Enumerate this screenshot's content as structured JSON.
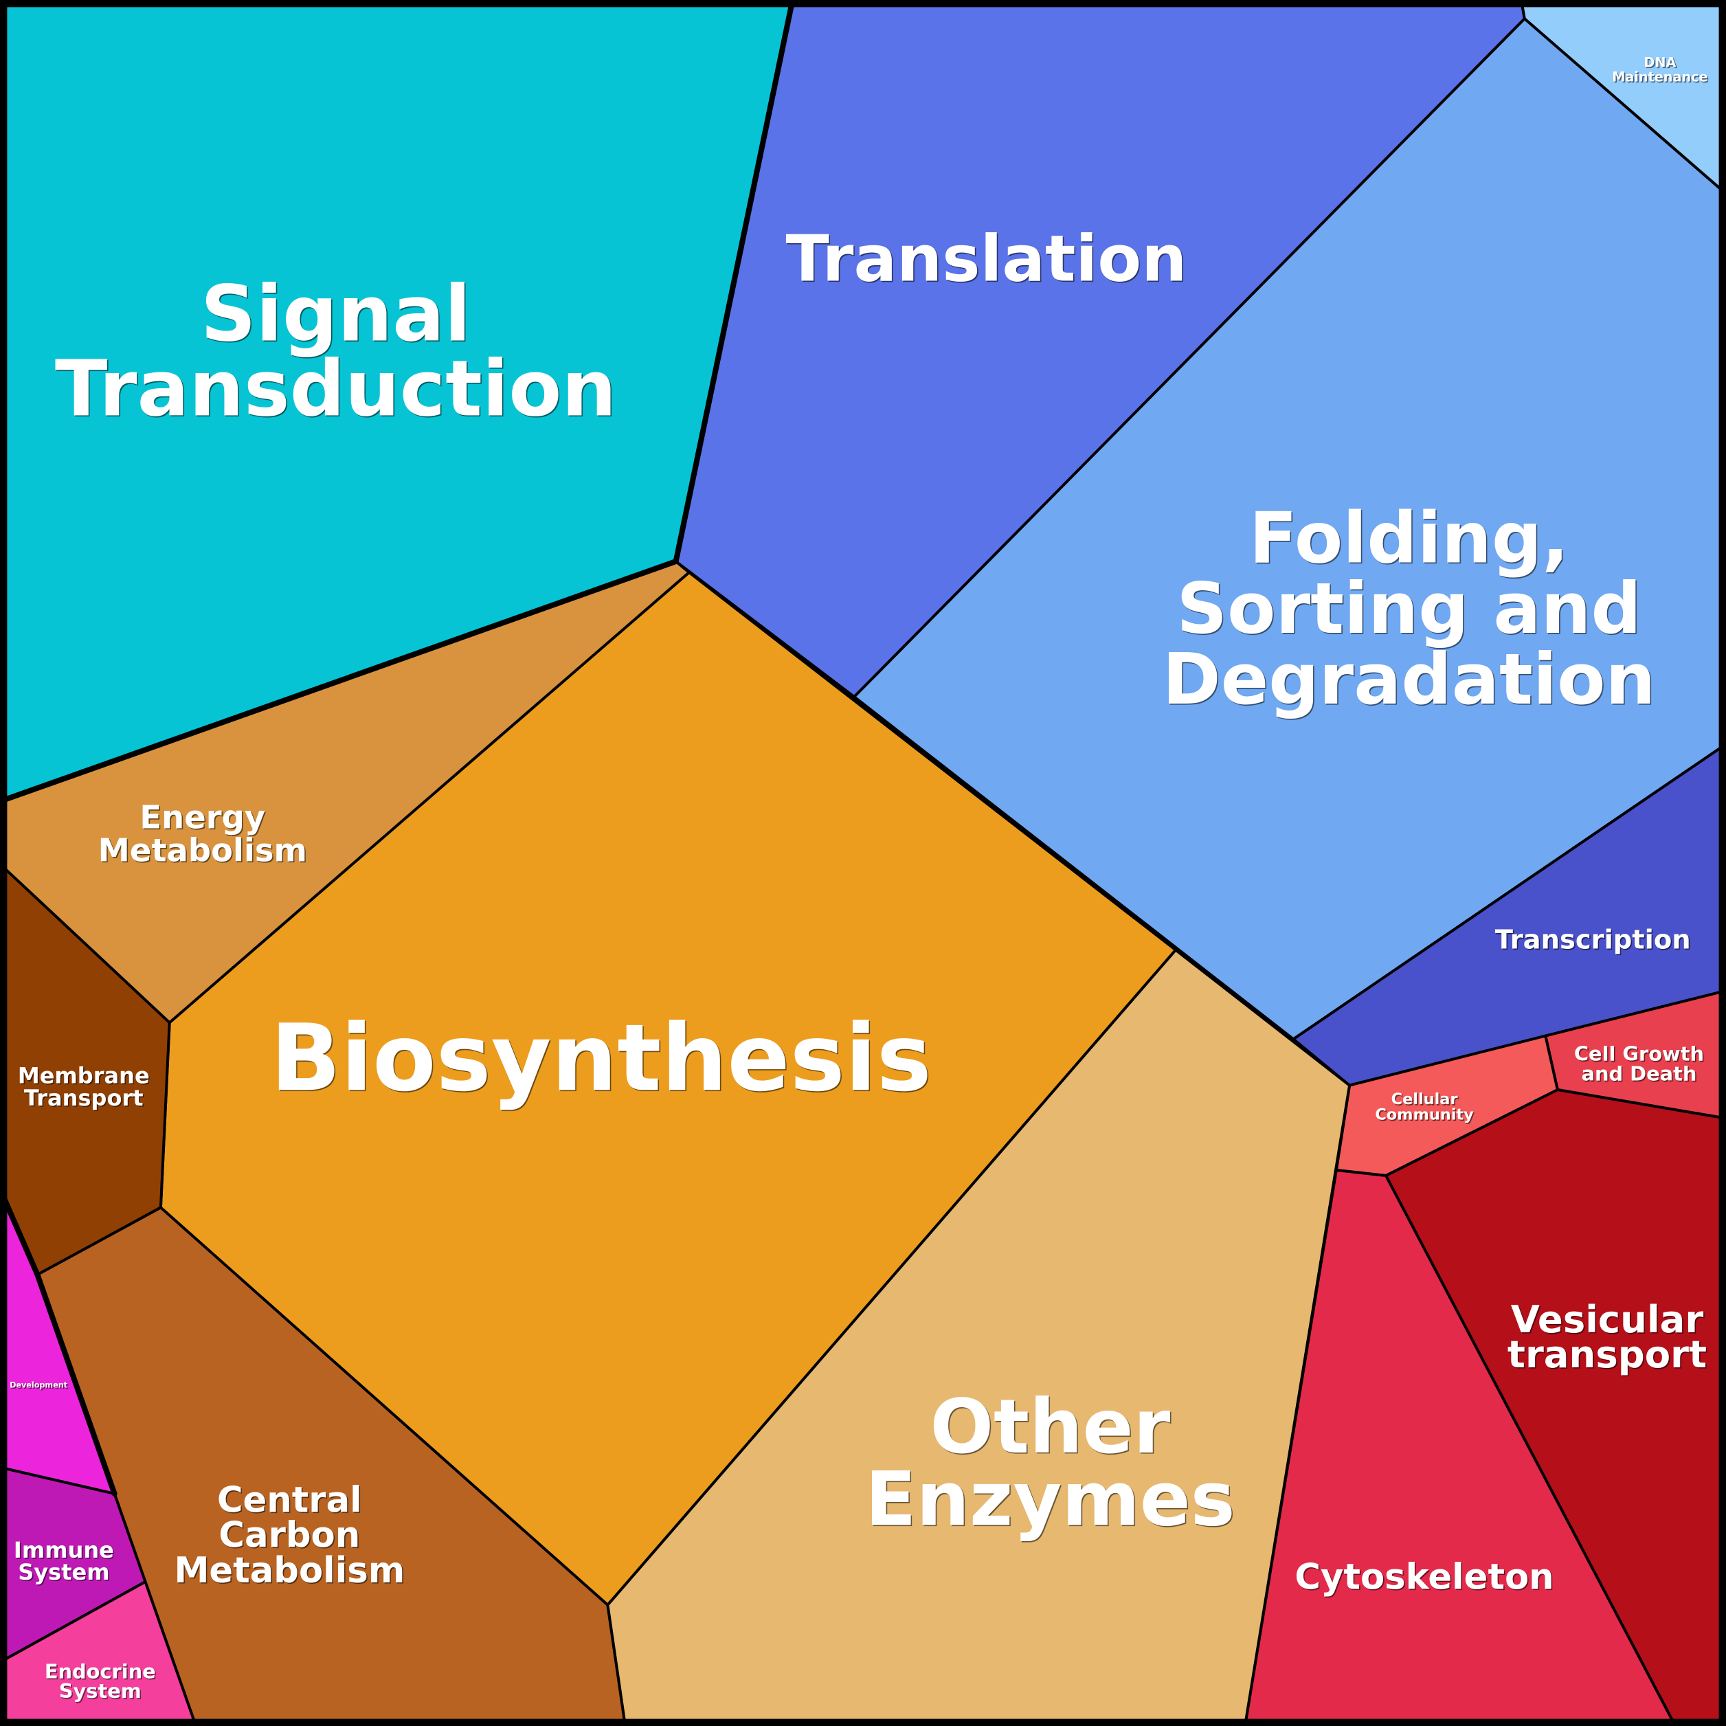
{
  "title": "Voronoi treemap of functional categories",
  "cells": [
    {
      "id": "signal-transduction",
      "lines": [
        "Signal",
        "Transduction"
      ],
      "color": "#06c4d4",
      "group": "A"
    },
    {
      "id": "translation",
      "lines": [
        "Translation"
      ],
      "color": "#5a73e8",
      "group": "B"
    },
    {
      "id": "dna-maintenance",
      "lines": [
        "DNA",
        "Maintenance"
      ],
      "color": "#93cdfc",
      "group": "B"
    },
    {
      "id": "folding-sorting-degradation",
      "lines": [
        "Folding,",
        "Sorting and",
        "Degradation"
      ],
      "color": "#70a8f2",
      "group": "B"
    },
    {
      "id": "transcription",
      "lines": [
        "Transcription"
      ],
      "color": "#4952cb",
      "group": "B"
    },
    {
      "id": "cell-growth-and-death",
      "lines": [
        "Cell Growth",
        "and Death"
      ],
      "color": "#e8404e",
      "group": "C"
    },
    {
      "id": "cellular-community",
      "lines": [
        "Cellular",
        "Community"
      ],
      "color": "#f45a5a",
      "group": "C"
    },
    {
      "id": "vesicular-transport",
      "lines": [
        "Vesicular",
        "transport"
      ],
      "color": "#b50f19",
      "group": "C"
    },
    {
      "id": "cytoskeleton",
      "lines": [
        "Cytoskeleton"
      ],
      "color": "#e42a4a",
      "group": "C"
    },
    {
      "id": "other-enzymes",
      "lines": [
        "Other",
        "Enzymes"
      ],
      "color": "#e6b870",
      "group": "D"
    },
    {
      "id": "biosynthesis",
      "lines": [
        "Biosynthesis"
      ],
      "color": "#ed9d1e",
      "group": "D"
    },
    {
      "id": "energy-metabolism",
      "lines": [
        "Energy",
        "Metabolism"
      ],
      "color": "#d9933f",
      "group": "D"
    },
    {
      "id": "membrane-transport",
      "lines": [
        "Membrane",
        "Transport"
      ],
      "color": "#914003",
      "group": "D"
    },
    {
      "id": "central-carbon-metabolism",
      "lines": [
        "Central",
        "Carbon",
        "Metabolism"
      ],
      "color": "#b86322",
      "group": "D"
    },
    {
      "id": "development",
      "lines": [
        "Development"
      ],
      "color": "#ec24dc",
      "group": "E"
    },
    {
      "id": "immune-system",
      "lines": [
        "Immune",
        "System"
      ],
      "color": "#bf19b5",
      "group": "E"
    },
    {
      "id": "endocrine-system",
      "lines": [
        "Endocrine",
        "System"
      ],
      "color": "#f43f9d",
      "group": "E"
    }
  ]
}
